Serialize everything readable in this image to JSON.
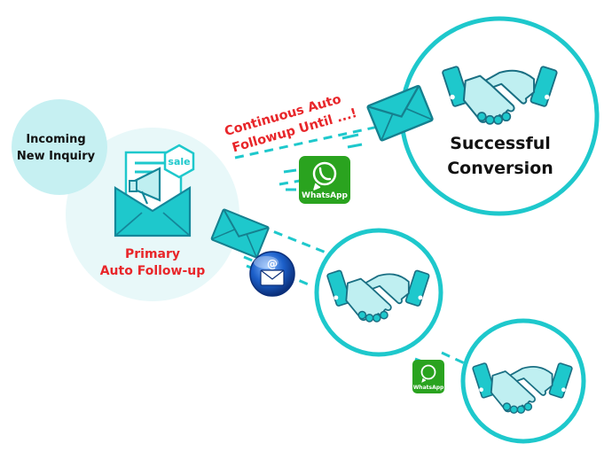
{
  "nodes": {
    "incoming": {
      "line1": "Incoming",
      "line2": "New Inquiry"
    },
    "primary": {
      "line1": "Primary",
      "line2": "Auto Follow-up",
      "badge": "sale"
    },
    "conversion": {
      "line1": "Successful",
      "line2": "Conversion"
    }
  },
  "path_label": {
    "line1": "Continuous Auto",
    "line2": "Followup Until ...!"
  },
  "channels": {
    "whatsapp_label": "WhatsApp",
    "email_symbol": "@"
  },
  "icons": [
    "handshake-icon",
    "envelope-icon",
    "whatsapp-icon",
    "email-globe-icon",
    "megaphone-icon",
    "sale-tag-icon"
  ],
  "colors": {
    "teal": "#1ec8cc",
    "teal_light": "#c6f0f2",
    "teal_pale": "#e8f8f9",
    "red": "#e8262a",
    "whatsapp_green": "#2aa31f",
    "email_blue": "#1c5fc9",
    "dark_text": "#111111"
  }
}
